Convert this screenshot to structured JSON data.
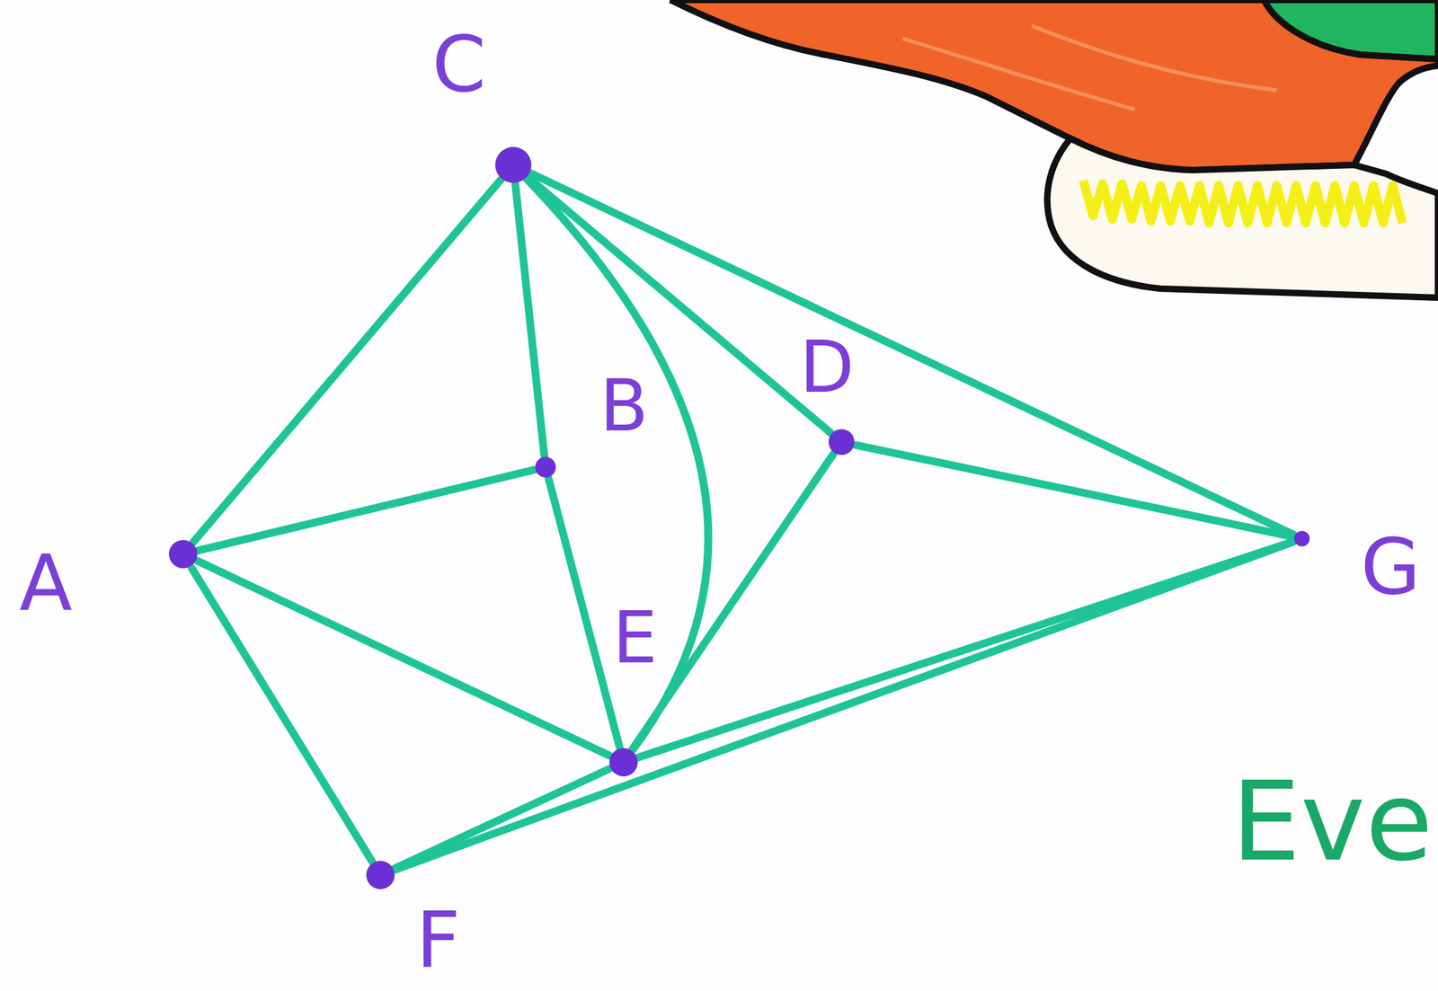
{
  "diagram": {
    "nodes": [
      {
        "text": [
          "A"
        ]
      },
      {
        "text": [
          "B"
        ]
      },
      {
        "text": [
          "C"
        ]
      },
      {
        "text": [
          "D"
        ]
      },
      {
        "text": [
          "E"
        ]
      },
      {
        "text": [
          "F"
        ]
      },
      {
        "text": [
          "G"
        ]
      }
    ],
    "edges": [
      {
        "from": 2,
        "to": 0,
        "arrow": "none"
      },
      {
        "from": 2,
        "to": 1,
        "arrow": "none"
      },
      {
        "from": 2,
        "to": 4,
        "arrow": "none"
      },
      {
        "from": 2,
        "to": 3,
        "arrow": "none"
      },
      {
        "from": 2,
        "to": 6,
        "arrow": "none"
      },
      {
        "from": 0,
        "to": 1,
        "arrow": "none"
      },
      {
        "from": 0,
        "to": 4,
        "arrow": "none"
      },
      {
        "from": 0,
        "to": 5,
        "arrow": "none"
      },
      {
        "from": 1,
        "to": 4,
        "arrow": "none"
      },
      {
        "from": 3,
        "to": 4,
        "arrow": "none"
      },
      {
        "from": 3,
        "to": 6,
        "arrow": "none"
      },
      {
        "from": 4,
        "to": 6,
        "arrow": "none"
      },
      {
        "from": 4,
        "to": 5,
        "arrow": "none"
      },
      {
        "from": 5,
        "to": 6,
        "arrow": "none"
      }
    ],
    "labels": [
      "Eve"
    ]
  }
}
